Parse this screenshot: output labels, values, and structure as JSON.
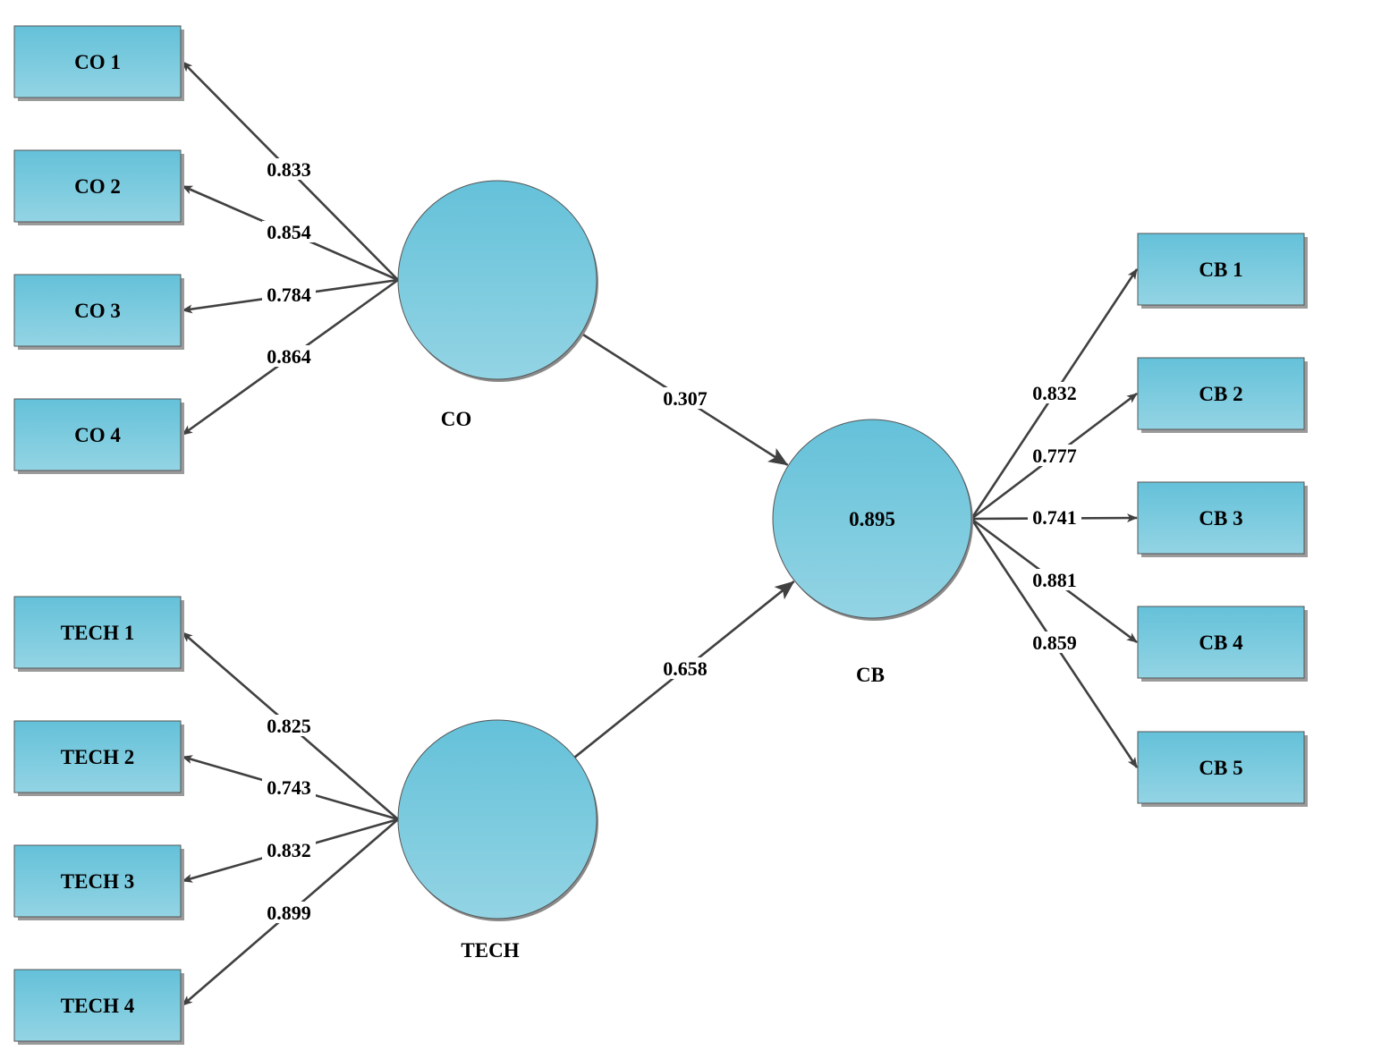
{
  "diagram": {
    "colors": {
      "fill_top": "#64c1d9",
      "fill_bottom": "#93d4e4",
      "outline": "#555555",
      "arrow": "#404040",
      "text": "#000000"
    },
    "latents": [
      {
        "id": "CO",
        "label": "CO",
        "value": ""
      },
      {
        "id": "TECH",
        "label": "TECH",
        "value": ""
      },
      {
        "id": "CB",
        "label": "CB",
        "value": "0.895"
      }
    ],
    "indicators": [
      {
        "id": "CO1",
        "label": "CO 1"
      },
      {
        "id": "CO2",
        "label": "CO 2"
      },
      {
        "id": "CO3",
        "label": "CO 3"
      },
      {
        "id": "CO4",
        "label": "CO 4"
      },
      {
        "id": "TECH1",
        "label": "TECH 1"
      },
      {
        "id": "TECH2",
        "label": "TECH 2"
      },
      {
        "id": "TECH3",
        "label": "TECH 3"
      },
      {
        "id": "TECH4",
        "label": "TECH 4"
      },
      {
        "id": "CB1",
        "label": "CB 1"
      },
      {
        "id": "CB2",
        "label": "CB 2"
      },
      {
        "id": "CB3",
        "label": "CB 3"
      },
      {
        "id": "CB4",
        "label": "CB 4"
      },
      {
        "id": "CB5",
        "label": "CB 5"
      }
    ],
    "loadings": [
      {
        "from": "CO",
        "to": "CO1",
        "value": "0.833"
      },
      {
        "from": "CO",
        "to": "CO2",
        "value": "0.854"
      },
      {
        "from": "CO",
        "to": "CO3",
        "value": "0.784"
      },
      {
        "from": "CO",
        "to": "CO4",
        "value": "0.864"
      },
      {
        "from": "TECH",
        "to": "TECH1",
        "value": "0.825"
      },
      {
        "from": "TECH",
        "to": "TECH2",
        "value": "0.743"
      },
      {
        "from": "TECH",
        "to": "TECH3",
        "value": "0.832"
      },
      {
        "from": "TECH",
        "to": "TECH4",
        "value": "0.899"
      },
      {
        "from": "CB",
        "to": "CB1",
        "value": "0.832"
      },
      {
        "from": "CB",
        "to": "CB2",
        "value": "0.777"
      },
      {
        "from": "CB",
        "to": "CB3",
        "value": "0.741"
      },
      {
        "from": "CB",
        "to": "CB4",
        "value": "0.881"
      },
      {
        "from": "CB",
        "to": "CB5",
        "value": "0.859"
      }
    ],
    "paths": [
      {
        "from": "CO",
        "to": "CB",
        "value": "0.307"
      },
      {
        "from": "TECH",
        "to": "CB",
        "value": "0.658"
      }
    ]
  }
}
